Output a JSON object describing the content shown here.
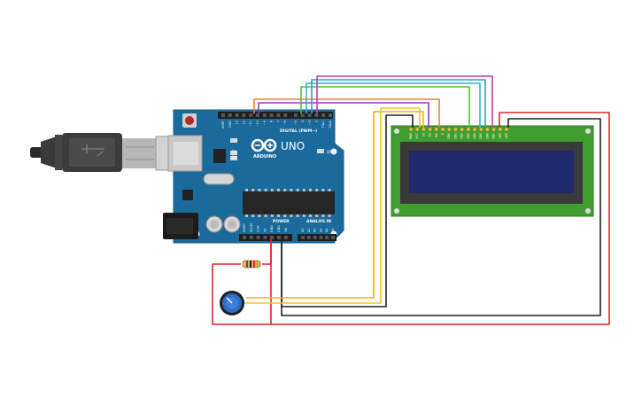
{
  "arduino": {
    "brand_text": "ARDUINO",
    "model_text": "UNO",
    "digital_header_label": "DIGITAL (PWM~)",
    "power_header_label": "POWER",
    "analog_header_label": "ANALOG IN",
    "on_led_label": "ON",
    "tx_label": "TX",
    "rx_label": "RX",
    "l_label": "L",
    "digital_pins": [
      "AREF",
      "GND",
      "13",
      "12",
      "~11",
      "~10",
      "~9",
      "8",
      "7",
      "~6",
      "~5",
      "4",
      "~3",
      "2",
      "TX▸1",
      "RX◂0"
    ],
    "power_pins": [
      "IOREF",
      "RESET",
      "3.3V",
      "5V",
      "GND",
      "GND",
      "Vin"
    ],
    "analog_pins": [
      "A0",
      "A1",
      "A2",
      "A3",
      "A4",
      "A5"
    ]
  },
  "lcd": {
    "pin_labels": [
      "GND",
      "VCC",
      "V0",
      "RS",
      "RW",
      "E",
      "DB0",
      "DB1",
      "DB2",
      "DB3",
      "DB4",
      "DB5",
      "DB6",
      "DB7",
      "LED",
      "LED"
    ],
    "board_color": "#3f9e2d",
    "screen_color": "#1f2a6b"
  },
  "wire_colors": {
    "red": "#e0262a",
    "black": "#222222",
    "yellow": "#f5c518",
    "orange": "#e0892a",
    "purple": "#8e3bbd",
    "green": "#4fbf3a",
    "cyan": "#2fb5c9",
    "magenta": "#c23ab0"
  }
}
